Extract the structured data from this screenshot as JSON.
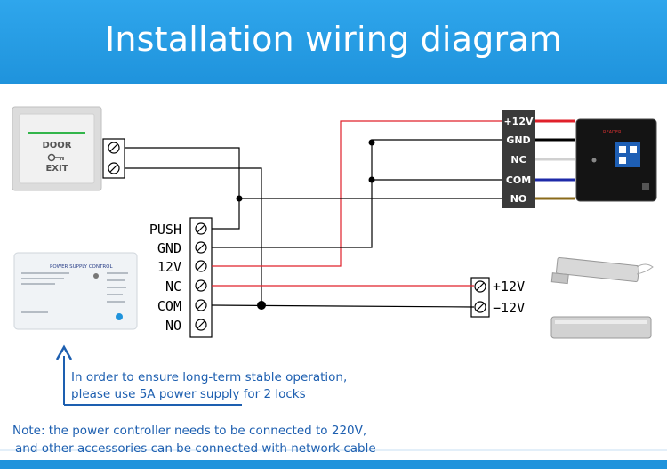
{
  "title": "Installation wiring diagram",
  "exit_button": {
    "top_label": "DOOR",
    "bottom_label": "EXIT"
  },
  "controller_terminals": [
    "PUSH",
    "GND",
    "12V",
    "NC",
    "COM",
    "NO"
  ],
  "reader_terminals": [
    "+12V",
    "GND",
    "NC",
    "COM",
    "NO"
  ],
  "lock_terminals": [
    "+12V",
    "−12V"
  ],
  "power_supply_label": "POWER SUPPLY CONTROL",
  "reader_label": "READER",
  "note_arrow": {
    "line1": "In order to ensure long-term stable operation,",
    "line2": "please use 5A power supply for 2 locks"
  },
  "note_bottom": {
    "line1": "Note: the power controller needs to be connected to 220V,",
    "line2": "and other accessories can be connected with network cable"
  },
  "colors": {
    "header": "#1f93dc",
    "red_wire": "#e0202a",
    "black_wire": "#000000",
    "gray_wire": "#d0d0d0",
    "blue_wire": "#1e2aa8",
    "brown_wire": "#8a6a1a",
    "note_text": "#1d5fb0"
  }
}
